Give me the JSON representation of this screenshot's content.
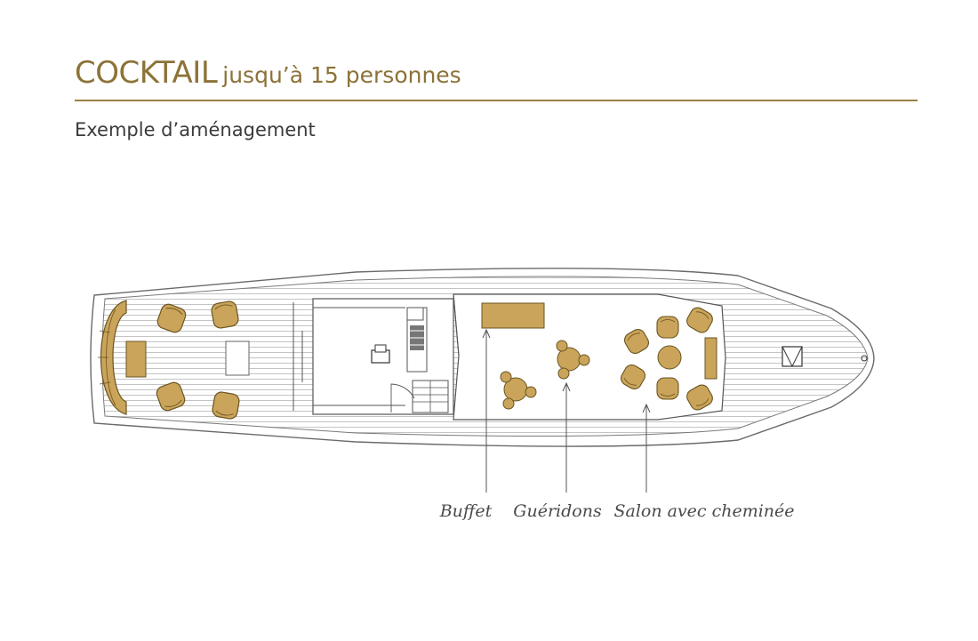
{
  "header": {
    "title": "COCKTAIL",
    "title_suffix": "jusqu’à 15 personnes",
    "subtitle": "Exemple d’aménagement"
  },
  "labels": {
    "buffet": "Buffet",
    "gueridons": "Guéridons",
    "salon": "Salon avec cheminée"
  },
  "colors": {
    "accent": "#8c7237",
    "furniture": "#c9a45a",
    "line": "#555555",
    "deck_line": "#b9b9b9"
  }
}
